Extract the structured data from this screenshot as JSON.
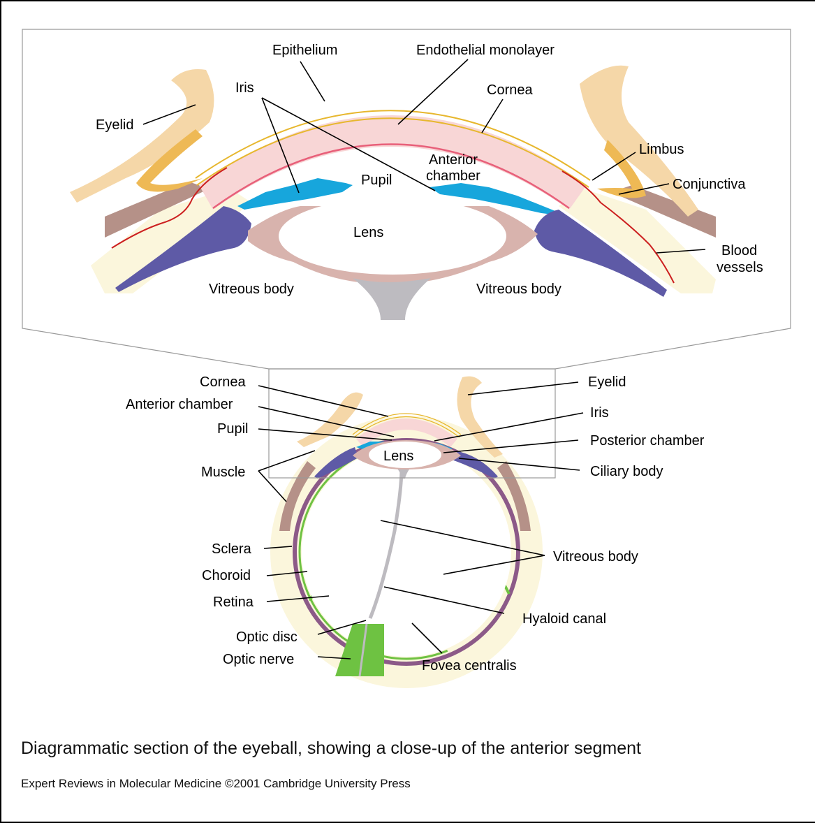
{
  "closeup": {
    "eyelid": "Eyelid",
    "epithelium": "Epithelium",
    "iris": "Iris",
    "endothelial": "Endothelial monolayer",
    "cornea": "Cornea",
    "anterior_chamber_1": "Anterior",
    "anterior_chamber_2": "chamber",
    "pupil": "Pupil",
    "limbus": "Limbus",
    "conjunctiva": "Conjunctiva",
    "lens": "Lens",
    "blood_vessels_1": "Blood",
    "blood_vessels_2": "vessels",
    "vitreous_left": "Vitreous body",
    "vitreous_right": "Vitreous body"
  },
  "whole_eye": {
    "cornea": "Cornea",
    "anterior_chamber": "Anterior chamber",
    "pupil": "Pupil",
    "muscle": "Muscle",
    "sclera": "Sclera",
    "choroid": "Choroid",
    "retina": "Retina",
    "optic_disc": "Optic disc",
    "optic_nerve": "Optic nerve",
    "eyelid": "Eyelid",
    "iris": "Iris",
    "posterior_chamber": "Posterior chamber",
    "ciliary_body": "Ciliary body",
    "lens": "Lens",
    "vitreous_body": "Vitreous body",
    "hyaloid_canal": "Hyaloid canal",
    "fovea_centralis": "Fovea centralis"
  },
  "caption": "Diagrammatic section of the eyeball, showing a close-up of the anterior segment",
  "credit": "Expert Reviews in Molecular Medicine ©2001 Cambridge University Press",
  "colors": {
    "eyelid": "#f5d7a8",
    "eyelid_inner": "#eeb955",
    "cornea": "#f8d6d6",
    "endothelium": "#e8607a",
    "iris": "#17a6dc",
    "ciliary": "#5e5aa6",
    "lens_capsule": "#d8b3ad",
    "sclera": "#fbf6dc",
    "muscle": "#b59188",
    "choroid": "#8c5a88",
    "retina": "#6ec242",
    "hyaloid": "#bdbbc0",
    "vessel": "#cc1f1f",
    "epithelium_line": "#e7b72e"
  }
}
